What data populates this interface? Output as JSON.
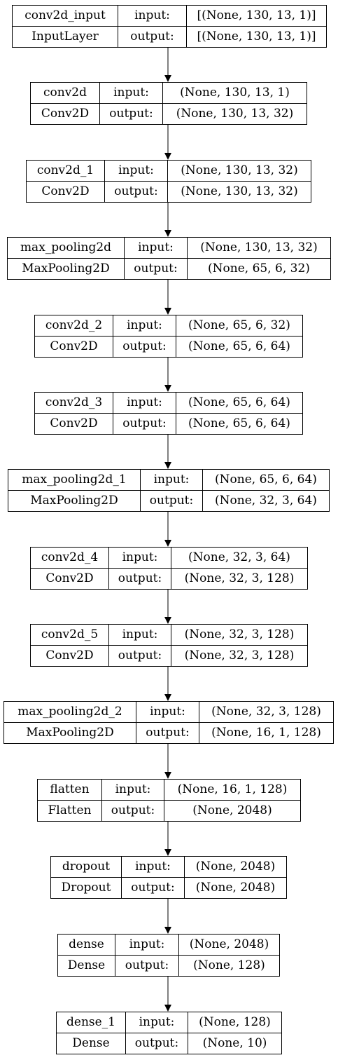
{
  "layers": [
    {
      "name": "conv2d_input",
      "type": "InputLayer",
      "input_label": "input:",
      "output_label": "output:",
      "input": "[(None, 130, 13, 1)]",
      "output": "[(None, 130, 13, 1)]"
    },
    {
      "name": "conv2d",
      "type": "Conv2D",
      "input_label": "input:",
      "output_label": "output:",
      "input": "(None, 130, 13, 1)",
      "output": "(None, 130, 13, 32)"
    },
    {
      "name": "conv2d_1",
      "type": "Conv2D",
      "input_label": "input:",
      "output_label": "output:",
      "input": "(None, 130, 13, 32)",
      "output": "(None, 130, 13, 32)"
    },
    {
      "name": "max_pooling2d",
      "type": "MaxPooling2D",
      "input_label": "input:",
      "output_label": "output:",
      "input": "(None, 130, 13, 32)",
      "output": "(None, 65, 6, 32)"
    },
    {
      "name": "conv2d_2",
      "type": "Conv2D",
      "input_label": "input:",
      "output_label": "output:",
      "input": "(None, 65, 6, 32)",
      "output": "(None, 65, 6, 64)"
    },
    {
      "name": "conv2d_3",
      "type": "Conv2D",
      "input_label": "input:",
      "output_label": "output:",
      "input": "(None, 65, 6, 64)",
      "output": "(None, 65, 6, 64)"
    },
    {
      "name": "max_pooling2d_1",
      "type": "MaxPooling2D",
      "input_label": "input:",
      "output_label": "output:",
      "input": "(None, 65, 6, 64)",
      "output": "(None, 32, 3, 64)"
    },
    {
      "name": "conv2d_4",
      "type": "Conv2D",
      "input_label": "input:",
      "output_label": "output:",
      "input": "(None, 32, 3, 64)",
      "output": "(None, 32, 3, 128)"
    },
    {
      "name": "conv2d_5",
      "type": "Conv2D",
      "input_label": "input:",
      "output_label": "output:",
      "input": "(None, 32, 3, 128)",
      "output": "(None, 32, 3, 128)"
    },
    {
      "name": "max_pooling2d_2",
      "type": "MaxPooling2D",
      "input_label": "input:",
      "output_label": "output:",
      "input": "(None, 32, 3, 128)",
      "output": "(None, 16, 1, 128)"
    },
    {
      "name": "flatten",
      "type": "Flatten",
      "input_label": "input:",
      "output_label": "output:",
      "input": "(None, 16, 1, 128)",
      "output": "(None, 2048)"
    },
    {
      "name": "dropout",
      "type": "Dropout",
      "input_label": "input:",
      "output_label": "output:",
      "input": "(None, 2048)",
      "output": "(None, 2048)"
    },
    {
      "name": "dense",
      "type": "Dense",
      "input_label": "input:",
      "output_label": "output:",
      "input": "(None, 2048)",
      "output": "(None, 128)"
    },
    {
      "name": "dense_1",
      "type": "Dense",
      "input_label": "input:",
      "output_label": "output:",
      "input": "(None, 128)",
      "output": "(None, 10)"
    }
  ]
}
